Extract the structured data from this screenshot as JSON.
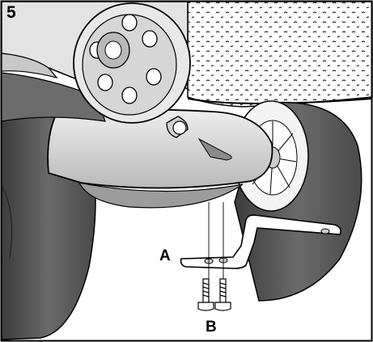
{
  "figure": {
    "step_number": "5",
    "callouts": {
      "a": "A",
      "b": "B"
    },
    "colors": {
      "outline": "#000000",
      "tire": "#5c5c5c",
      "tire_dark": "#3f3f3f",
      "body_light": "#e6e6e6",
      "body_mid": "#bdbdbd",
      "body_dark": "#8f8f8f",
      "hub": "#d9d9d9",
      "background": "#ffffff"
    }
  }
}
